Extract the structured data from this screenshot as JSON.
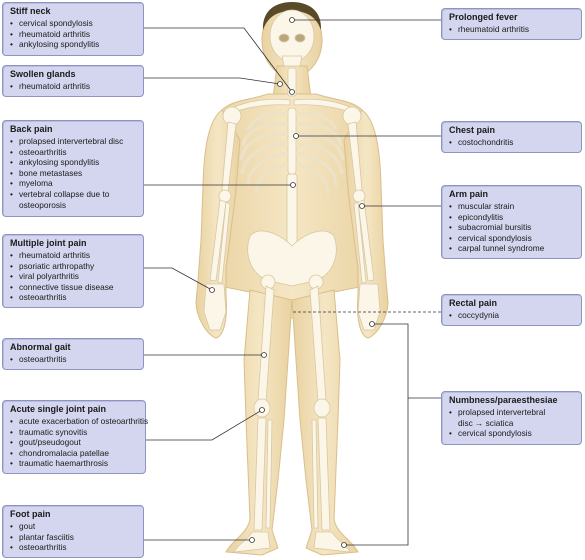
{
  "boxes": {
    "stiff_neck": {
      "title": "Stiff neck",
      "items": [
        "cervical spondylosis",
        "rheumatoid arthritis",
        "ankylosing spondylitis"
      ]
    },
    "swollen_glands": {
      "title": "Swollen glands",
      "items": [
        "rheumatoid arthritis"
      ]
    },
    "back_pain": {
      "title": "Back pain",
      "items": [
        "prolapsed intervertebral disc",
        "osteoarthritis",
        "ankylosing spondylitis",
        "bone metastases",
        "myeloma",
        "vertebral collapse due to",
        "osteoporosis"
      ]
    },
    "multiple_joint_pain": {
      "title": "Multiple joint pain",
      "items": [
        "rheumatoid arthritis",
        "psoriatic arthropathy",
        "viral polyarthritis",
        "connective tissue disease",
        "osteoarthritis"
      ]
    },
    "abnormal_gait": {
      "title": "Abnormal gait",
      "items": [
        "osteoarthritis"
      ]
    },
    "acute_single_joint_pain": {
      "title": "Acute single joint pain",
      "items": [
        "acute exacerbation of osteoarthritis",
        "traumatic synovitis",
        "gout/pseudogout",
        "chondromalacia patellae",
        "traumatic haemarthrosis"
      ]
    },
    "foot_pain": {
      "title": "Foot pain",
      "items": [
        "gout",
        "plantar fasciitis",
        "osteoarthritis"
      ]
    },
    "prolonged_fever": {
      "title": "Prolonged fever",
      "items": [
        "rheumatoid arthritis"
      ]
    },
    "chest_pain": {
      "title": "Chest pain",
      "items": [
        "costochondritis"
      ]
    },
    "arm_pain": {
      "title": "Arm pain",
      "items": [
        "muscular strain",
        "epicondylitis",
        "subacromial bursitis",
        "cervical spondylosis",
        "carpal tunnel syndrome"
      ]
    },
    "rectal_pain": {
      "title": "Rectal pain",
      "items": [
        "coccydynia"
      ]
    },
    "numbness": {
      "title": "Numbness/paraesthesiae",
      "items": [
        "prolapsed intervertebral",
        "disc → sciatica",
        "cervical spondylosis"
      ]
    }
  },
  "colors": {
    "box_fill": "#d3d6ee",
    "box_border": "#8e93c4",
    "body_fill": "#f1dfb6",
    "bone_fill": "#fbf6e8",
    "leader_line": "#333333"
  }
}
